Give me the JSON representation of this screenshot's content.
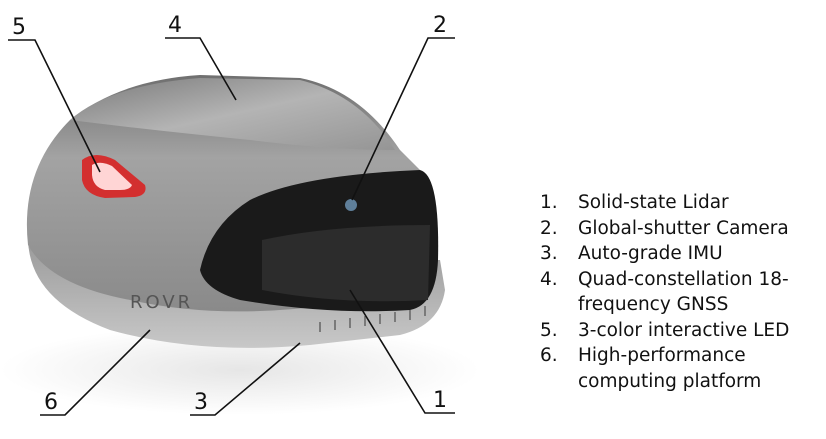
{
  "device": {
    "brand_text": "ROVR",
    "led_color": "#e53935",
    "body_color": "#8e8e8e"
  },
  "callouts": [
    {
      "number": "1",
      "target": "lidar"
    },
    {
      "number": "2",
      "target": "camera"
    },
    {
      "number": "3",
      "target": "imu"
    },
    {
      "number": "4",
      "target": "gnss"
    },
    {
      "number": "5",
      "target": "led"
    },
    {
      "number": "6",
      "target": "computing"
    }
  ],
  "legend": [
    {
      "num": "1.",
      "text": "Solid-state Lidar"
    },
    {
      "num": "2.",
      "text": "Global-shutter Camera"
    },
    {
      "num": "3.",
      "text": "Auto-grade IMU"
    },
    {
      "num": "4.",
      "text": "Quad-constellation 18-frequency GNSS"
    },
    {
      "num": "5.",
      "text": "3-color interactive LED"
    },
    {
      "num": "6.",
      "text": "High-performance computing platform"
    }
  ]
}
